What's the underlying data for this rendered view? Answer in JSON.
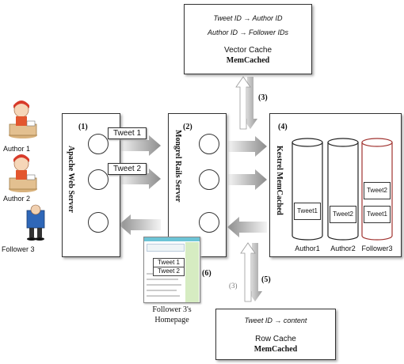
{
  "vector_cache": {
    "line1": "Tweet ID → Author ID",
    "line2": "Author ID → Follower IDs",
    "title": "Vector Cache",
    "subtitle": "MemCached"
  },
  "row_cache": {
    "line1": "Tweet ID → content",
    "title": "Row Cache",
    "subtitle": "MemCached"
  },
  "users": {
    "author1": "Author 1",
    "author2": "Author 2",
    "follower3": "Follower 3"
  },
  "apache": {
    "num": "(1)",
    "label": "Apache Web Server"
  },
  "mongrel": {
    "num": "(2)",
    "label": "Mongrel Rails Server"
  },
  "kestrel": {
    "num": "(4)",
    "label": "Kestrel MemCached",
    "queues": [
      {
        "name": "Author1",
        "items": [
          "Tweet1"
        ]
      },
      {
        "name": "Author2",
        "items": [
          "Tweet2"
        ]
      },
      {
        "name": "Follower3",
        "items": [
          "Tweet2",
          "Tweet1"
        ]
      }
    ]
  },
  "tweets": {
    "t1": "Tweet 1",
    "t2": "Tweet 2"
  },
  "steps": {
    "s3": "(3)",
    "s3b": "(3)",
    "s5": "(5)",
    "s6": "(6)"
  },
  "homepage": {
    "caption_line1": "Follower 3's",
    "caption_line2": "Homepage",
    "tweet1": "Tweet 1",
    "tweet2": "Tweet 2"
  },
  "colors": {
    "arrow": "#9a9a9a",
    "follower_queue": "#a0322f"
  }
}
